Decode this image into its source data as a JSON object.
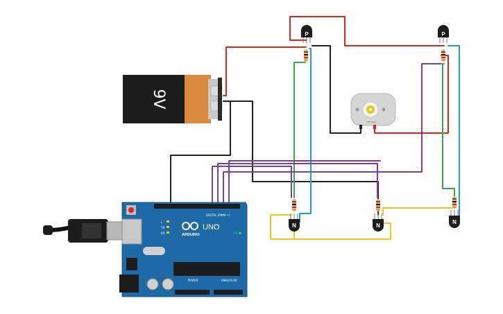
{
  "battery": {
    "label": "9V"
  },
  "motor": {
    "label": "DC Motor"
  },
  "transistors": {
    "p_left": "P",
    "p_right": "P",
    "n_left": "N",
    "n_mid": "N",
    "n_right": "N"
  },
  "arduino": {
    "brand": "ARDUINO",
    "model": "UNO",
    "digital_header": "DIGITAL (PWM ~)",
    "power_header": "POWER",
    "analog_header": "ANALOG IN",
    "on_label": "ON",
    "led_l": "L",
    "led_tx": "TX",
    "led_rx": "RX"
  },
  "colors": {
    "wire_red": "#e2231a",
    "wire_black": "#222222",
    "wire_green": "#2fa84f",
    "wire_blue": "#1f9bd7",
    "wire_purple": "#7b3fa0",
    "wire_yellow": "#f2c616",
    "board_blue": "#1e6aa6",
    "battery_orange": "#d98a3d"
  }
}
